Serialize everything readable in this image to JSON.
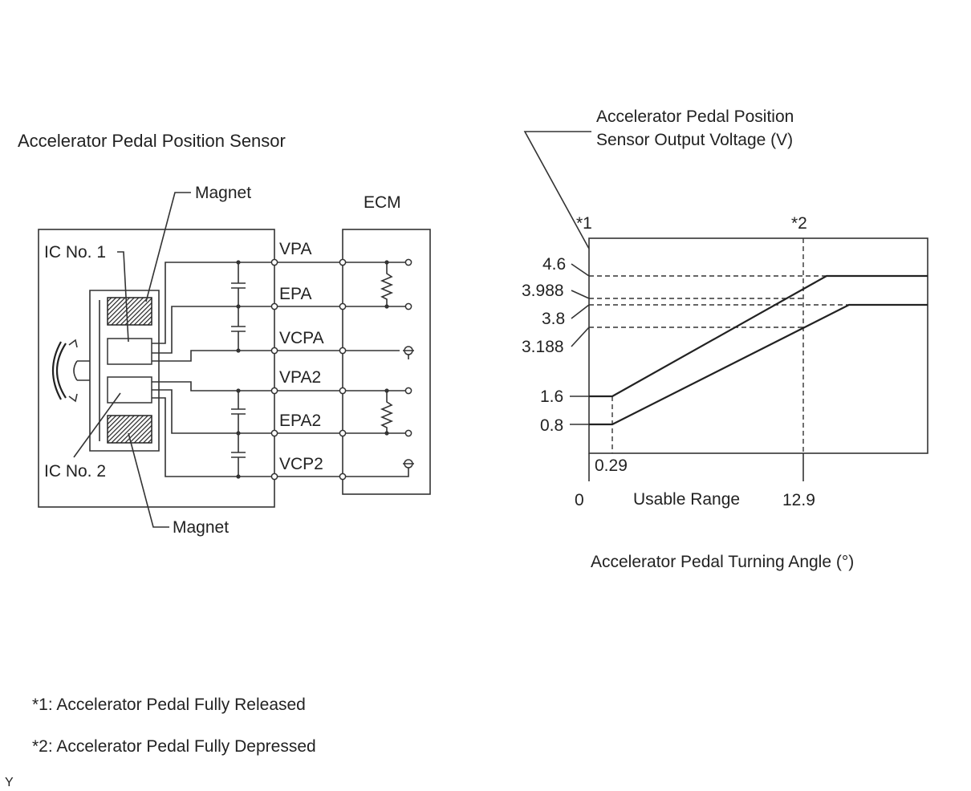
{
  "sensor_title": "Accelerator Pedal  Position Sensor",
  "ecm_label": "ECM",
  "magnet_top_label": "Magnet",
  "magnet_bottom_label": "Magnet",
  "ic1_label": "IC No. 1",
  "ic2_label": "IC No. 2",
  "terminals": [
    "VPA",
    "EPA",
    "VCPA",
    "VPA2",
    "EPA2",
    "VCP2"
  ],
  "graph": {
    "ylabel_line1": "Accelerator Pedal  Position",
    "ylabel_line2": "Sensor Output Voltage (V)",
    "xlabel": "Accelerator Pedal Turning Angle (°)",
    "marker1": "*1",
    "marker2": "*2",
    "y_ticks": [
      "4.6",
      "3.988",
      "3.8",
      "3.188",
      "1.6",
      "0.8"
    ],
    "x_zero": "0",
    "x_start": "0.29",
    "x_end": "12.9",
    "range_label": "Usable Range"
  },
  "notes": [
    "*1: Accelerator Pedal Fully Released",
    "*2: Accelerator Pedal Fully Depressed"
  ],
  "corner_mark": "Y"
}
